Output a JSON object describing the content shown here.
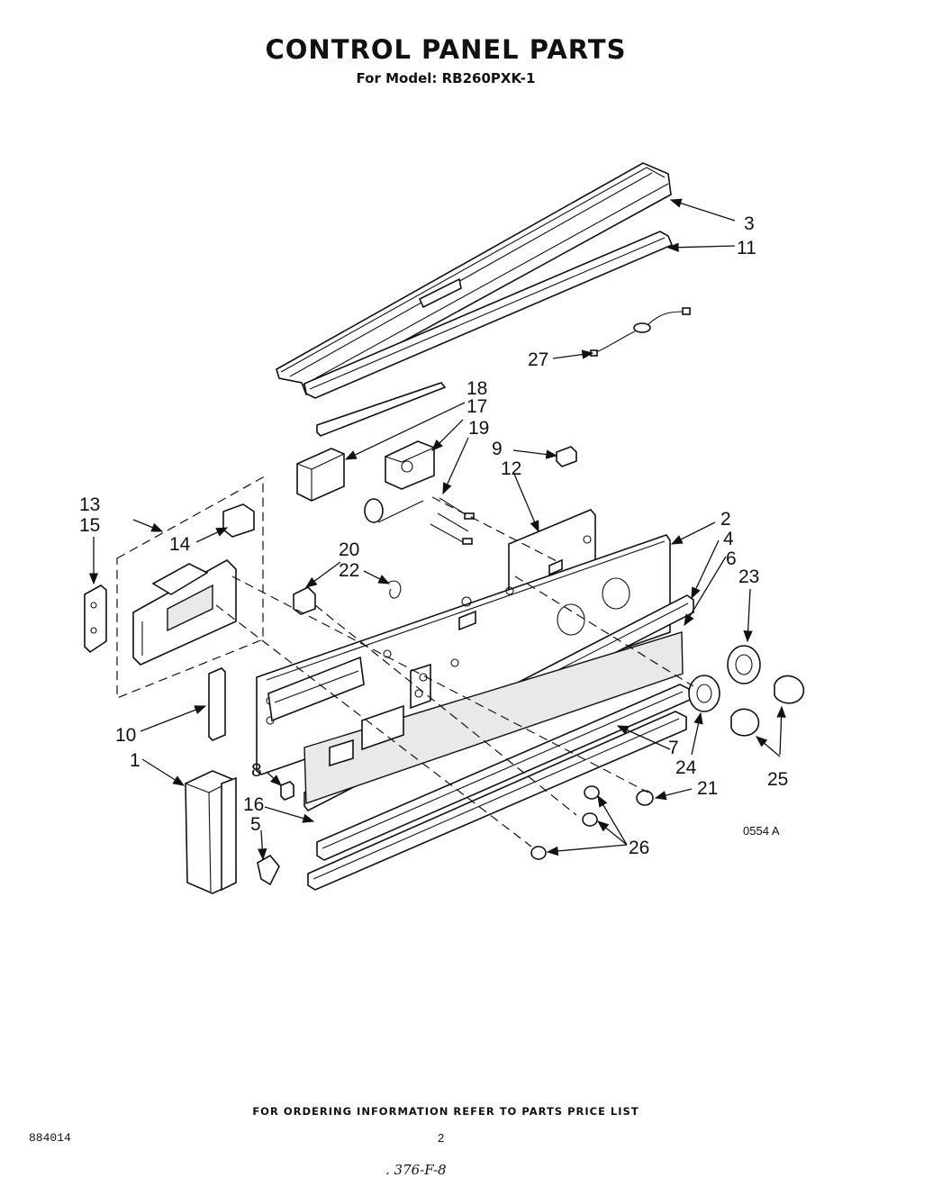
{
  "header": {
    "title": "CONTROL PANEL PARTS",
    "subtitle": "For Model: RB260PXK-1"
  },
  "figure_code": "0554 A",
  "part_labels": [
    "1",
    "2",
    "3",
    "4",
    "5",
    "6",
    "7",
    "8",
    "9",
    "10",
    "11",
    "12",
    "13",
    "14",
    "15",
    "16",
    "17",
    "18",
    "19",
    "20",
    "21",
    "22",
    "23",
    "24",
    "25",
    "26",
    "27"
  ],
  "footer": {
    "ordering_note": "FOR ORDERING INFORMATION REFER TO PARTS PRICE LIST",
    "doc_code": "884014",
    "page_number": "2",
    "handwritten": ". 376-F-8"
  }
}
